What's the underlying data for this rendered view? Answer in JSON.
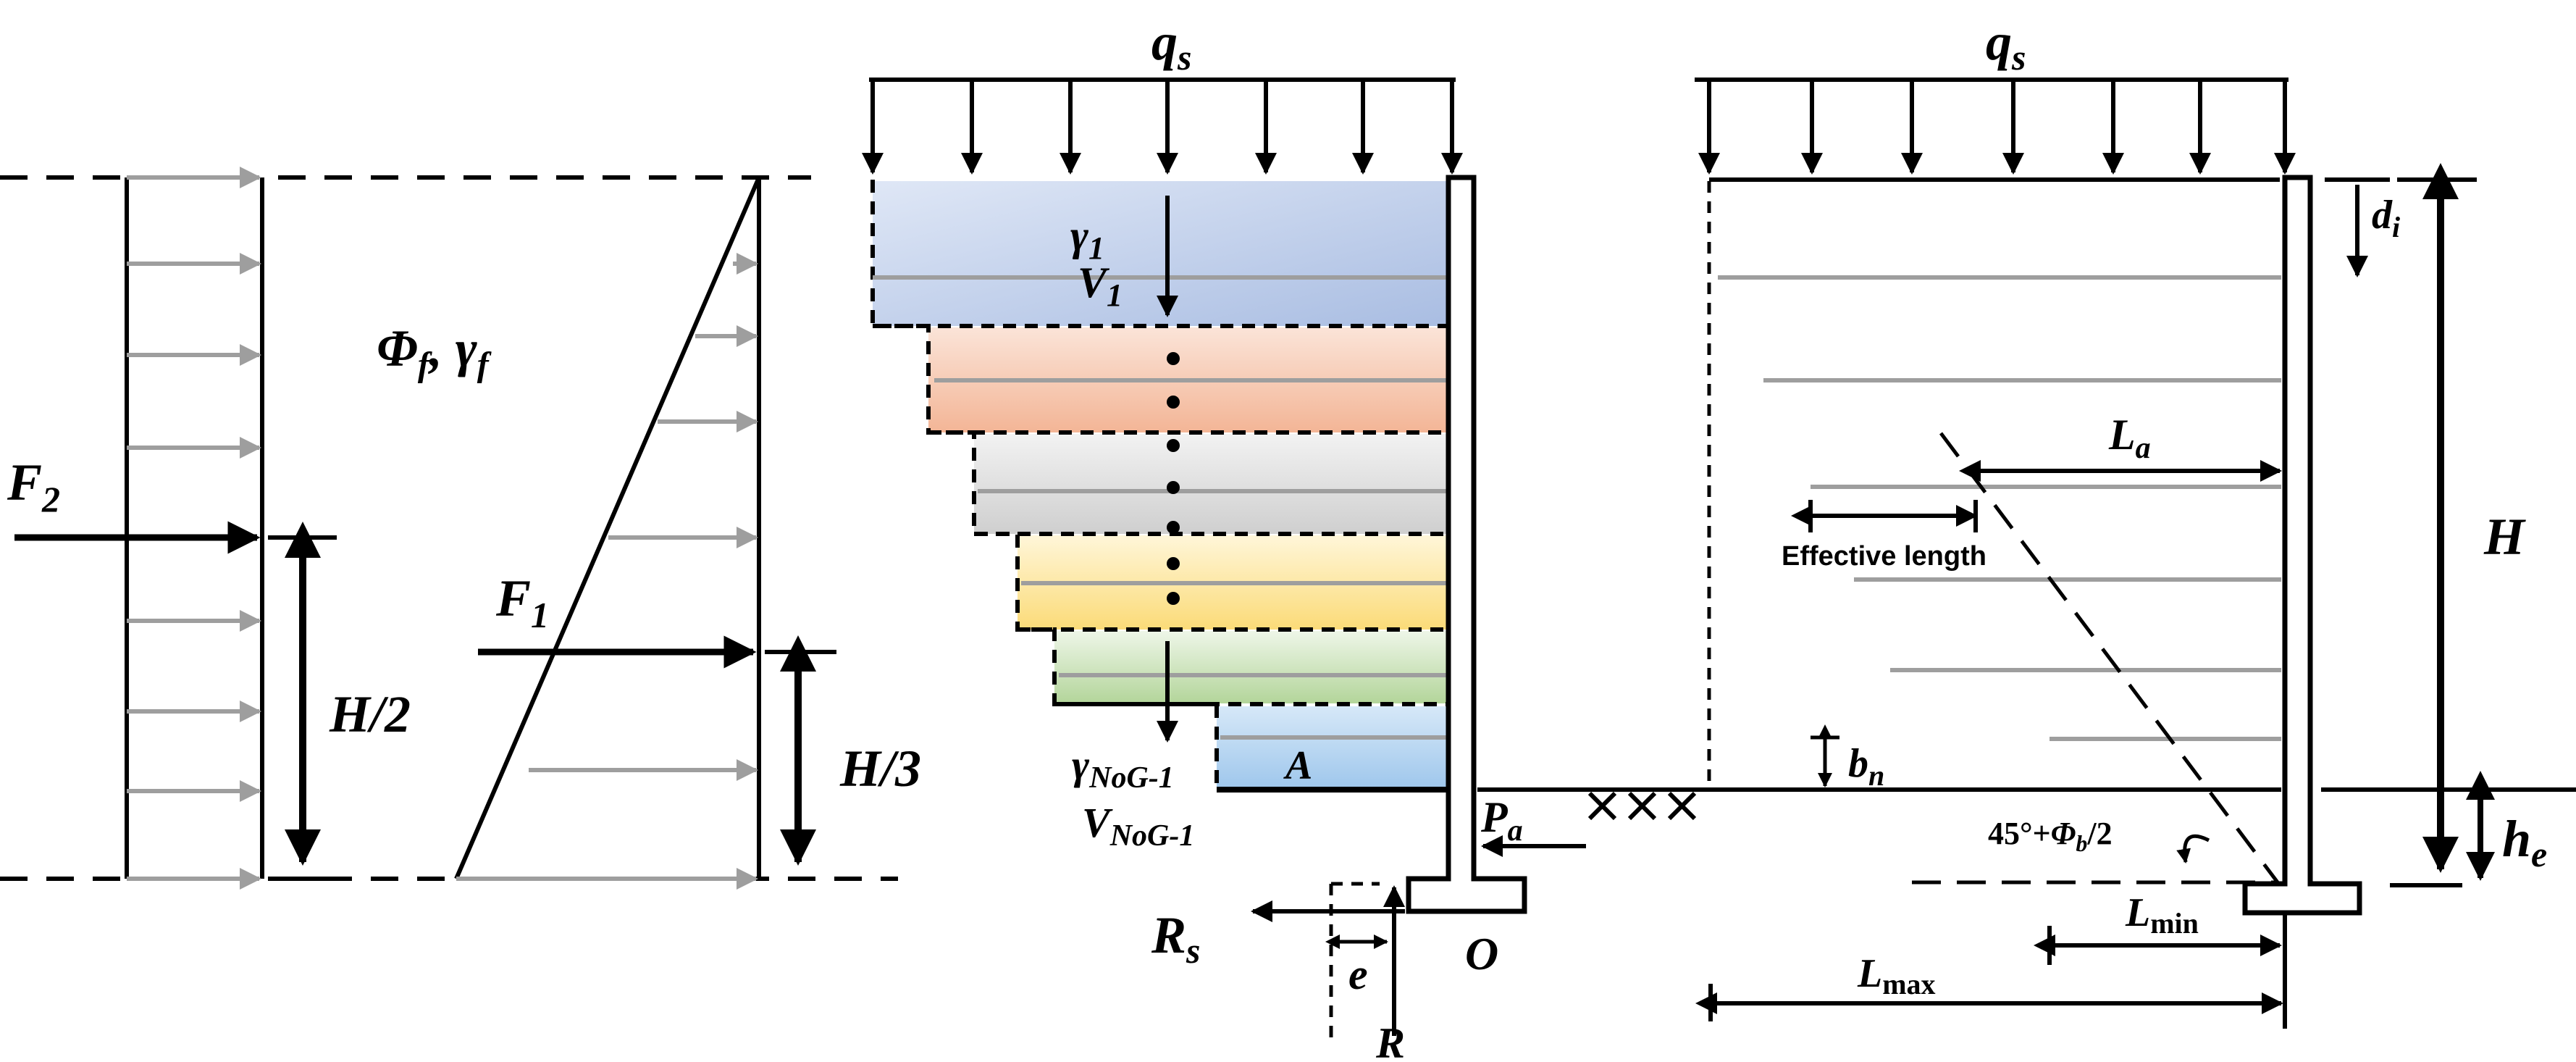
{
  "labels": {
    "qs": {
      "main": "q",
      "sub": "s"
    },
    "qs_right": {
      "main": "q",
      "sub": "s"
    },
    "phi_gamma": {
      "phi": "Φ",
      "phi_sub": "f",
      "sep": ", ",
      "gamma": "γ",
      "gamma_sub": "f"
    },
    "F2": {
      "main": "F",
      "sub": "2"
    },
    "F1": {
      "main": "F",
      "sub": "1"
    },
    "H2": "H/2",
    "H3": "H/3",
    "gamma1": {
      "main": "γ",
      "sub": "1"
    },
    "V1": {
      "main": "V",
      "sub": "1"
    },
    "gammaN": {
      "main": "γ",
      "sub": "NoG-1"
    },
    "VN": {
      "main": "V",
      "sub": "NoG-1"
    },
    "A": "A",
    "Pa": {
      "main": "P",
      "sub": "a"
    },
    "Rs": {
      "main": "R",
      "sub": "s"
    },
    "e": "e",
    "R": "R",
    "O": "O",
    "di": {
      "main": "d",
      "sub": "i"
    },
    "H": "H",
    "La": {
      "main": "L",
      "sub": "a"
    },
    "effective_length": "Effective length",
    "bn": {
      "main": "b",
      "sub": "n"
    },
    "he": {
      "main": "h",
      "sub": "e"
    },
    "angle": {
      "pre": "45°+",
      "phi": "Φ",
      "phi_sub": "b",
      "post": "/2"
    },
    "Lmin": {
      "main": "L",
      "sub": "min"
    },
    "Lmax": {
      "main": "L",
      "sub": "max"
    }
  },
  "layer_colors": [
    "#a9bde2",
    "#f3b596",
    "#d6d6d6",
    "#fbdf86",
    "#b9d9a3",
    "#a9cdee"
  ],
  "colors": {
    "line": "#000000",
    "reinforcement": "#9e9e9e"
  }
}
